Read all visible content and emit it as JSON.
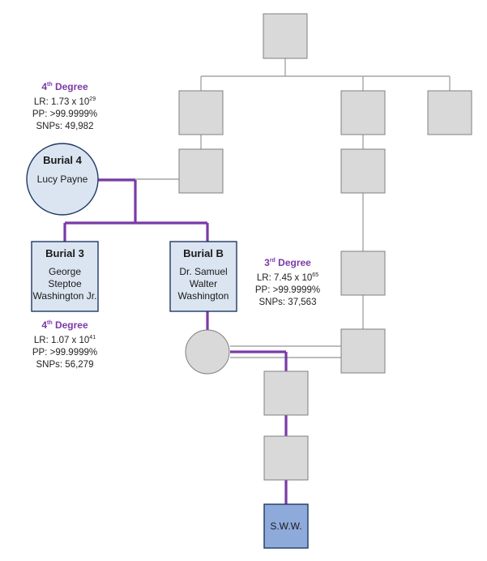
{
  "colors": {
    "connector": "#a6a6a6",
    "relationship_path": "#7a3aa6",
    "unknown_fill": "#d9d9d9",
    "unknown_stroke": "#808080",
    "burial_fill": "#dbe5f1",
    "burial_stroke": "#1f3864",
    "sww_fill": "#8eaadb",
    "degree_text": "#7a3aa6"
  },
  "nodes": {
    "burial4": {
      "title": "Burial 4",
      "name": "Lucy Payne",
      "shape": "circle"
    },
    "burial3": {
      "title": "Burial 3",
      "name_lines": [
        "George",
        "Steptoe",
        "Washington Jr."
      ],
      "shape": "square"
    },
    "burialB": {
      "title": "Burial B",
      "name_lines": [
        "Dr. Samuel",
        "Walter",
        "Washington"
      ],
      "shape": "square"
    },
    "sww": {
      "label": "S.W.W.",
      "shape": "square"
    }
  },
  "comparisons": {
    "burial4": {
      "degree_num": "4",
      "degree_sup": "th",
      "degree_word": "Degree",
      "lr_base": "LR: 1.73 x 10",
      "lr_exp": "29",
      "pp": "PP: >99.9999%",
      "snps": "SNPs: 49,982"
    },
    "burialB": {
      "degree_num": "3",
      "degree_sup": "rd",
      "degree_word": "Degree",
      "lr_base": "LR: 7.45 x 10",
      "lr_exp": "65",
      "pp": "PP: >99.9999%",
      "snps": "SNPs: 37,563"
    },
    "burial3": {
      "degree_num": "4",
      "degree_sup": "th",
      "degree_word": "Degree",
      "lr_base": "LR: 1.07 x 10",
      "lr_exp": "41",
      "pp": "PP: >99.9999%",
      "snps": "SNPs: 56,279"
    }
  }
}
